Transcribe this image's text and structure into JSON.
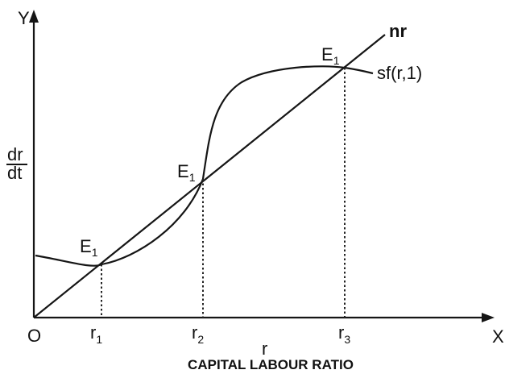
{
  "axes": {
    "y_label": "Y",
    "x_label": "X",
    "origin_label": "O",
    "dr_numerator": "dr",
    "dr_denominator": "dt",
    "x_var": "r",
    "x_title": "CAPITAL LABOUR RATIO"
  },
  "curves": {
    "line_label": "nr",
    "curve_label": "sf(r,1)"
  },
  "equilibria": [
    {
      "base": "E",
      "sub": "1"
    },
    {
      "base": "E",
      "sub": "1"
    },
    {
      "base": "E",
      "sub": "1"
    }
  ],
  "ticks": [
    {
      "base": "r",
      "sub": "1"
    },
    {
      "base": "r",
      "sub": "2"
    },
    {
      "base": "r",
      "sub": "3"
    }
  ]
}
